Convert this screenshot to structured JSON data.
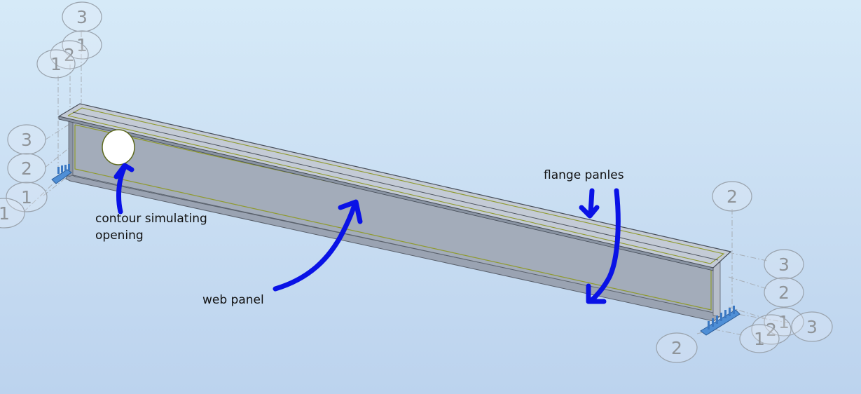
{
  "grid_labels": {
    "top_left": [
      "3",
      "2",
      "1",
      "1"
    ],
    "left": [
      "3",
      "2",
      "1",
      "1"
    ],
    "right_top": [
      "2"
    ],
    "right": [
      "3",
      "2",
      "1",
      "3",
      "2",
      "1"
    ],
    "right_bottom": [
      "2"
    ]
  },
  "annotations": {
    "opening": [
      "contour simulating",
      "opening"
    ],
    "web": "web panel",
    "flange": "flange panles"
  },
  "colors": {
    "background_top": "#d6eaf8",
    "background_bottom": "#bcd3ee",
    "web": "#a3acba",
    "flange_top": "#c4cbd6",
    "flange_edge": "#8a94a3",
    "panel_contour": "#8f9a2f",
    "support": "#4f8fd6",
    "annotation_arrow": "#0a12e6",
    "grid_label": "#8f9499"
  }
}
